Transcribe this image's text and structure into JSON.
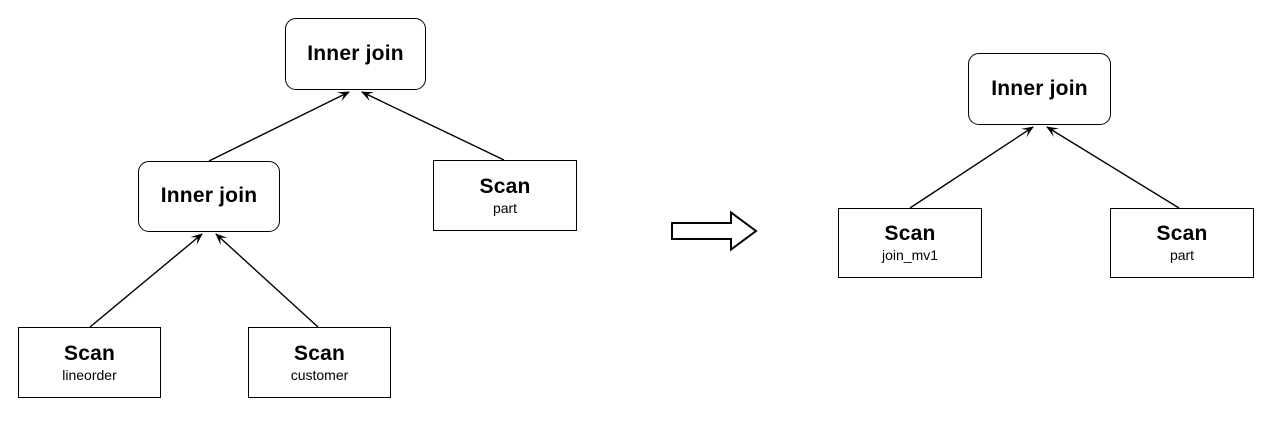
{
  "diagram": {
    "title": "query-plan-rewrite",
    "colors": {
      "background": "#ffffff",
      "node_fill": "#ffffff",
      "stroke": "#000000",
      "text": "#000000"
    },
    "left_tree": {
      "nodes": {
        "inner_join_top": {
          "label": "Inner join"
        },
        "inner_join_mid": {
          "label": "Inner join"
        },
        "scan_part": {
          "label": "Scan",
          "sublabel": "part"
        },
        "scan_lineorder": {
          "label": "Scan",
          "sublabel": "lineorder"
        },
        "scan_customer": {
          "label": "Scan",
          "sublabel": "customer"
        }
      }
    },
    "transform_arrow": {
      "icon": "block-right-arrow"
    },
    "right_tree": {
      "nodes": {
        "inner_join_top": {
          "label": "Inner join"
        },
        "scan_join_mv1": {
          "label": "Scan",
          "sublabel": "join_mv1"
        },
        "scan_part": {
          "label": "Scan",
          "sublabel": "part"
        }
      }
    }
  }
}
